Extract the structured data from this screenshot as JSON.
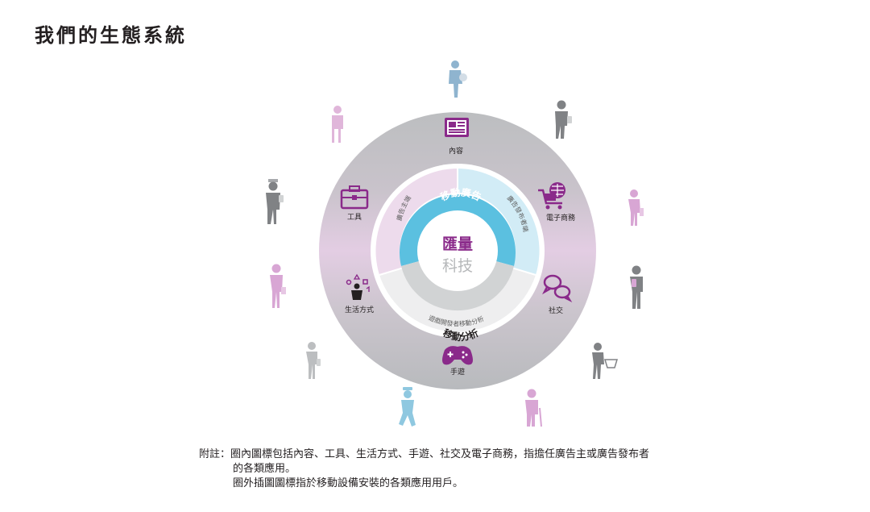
{
  "title": "我們的生態系統",
  "diagram": {
    "center": {
      "line1": "匯量",
      "line2": "科技"
    },
    "middle_ring": {
      "mobile_ads": "移動廣告",
      "mobile_analytics": "移動分析",
      "advertiser_side": "廣告主端",
      "publisher_side": "廣告發布者端",
      "developer_analytics": "遊戲開發者移動分析"
    },
    "outer_ring": {
      "content": "內容",
      "ecommerce": "電子商務",
      "social": "社交",
      "games": "手遊",
      "lifestyle": "生活方式",
      "tools": "工具"
    },
    "colors": {
      "outer_grey": "#bcbec0",
      "outer_purple": "#e3cde3",
      "blue": "#5bc0e0",
      "purple": "#8a2a8a",
      "light_blue": "#c8e9f4",
      "light_pink": "#efdcee",
      "grey_ring": "#d1d3d4",
      "light_grey": "#ededee"
    }
  },
  "footnote": {
    "label": "附註：",
    "line1": "圈內圖標包括內容、工具、生活方式、手遊、社交及電子商務，指擔任廣告主或廣告發布者",
    "line1_cont": "的各類應用。",
    "line2": "圈外插圖圖標指於移動設備安裝的各類應用用戶。"
  }
}
